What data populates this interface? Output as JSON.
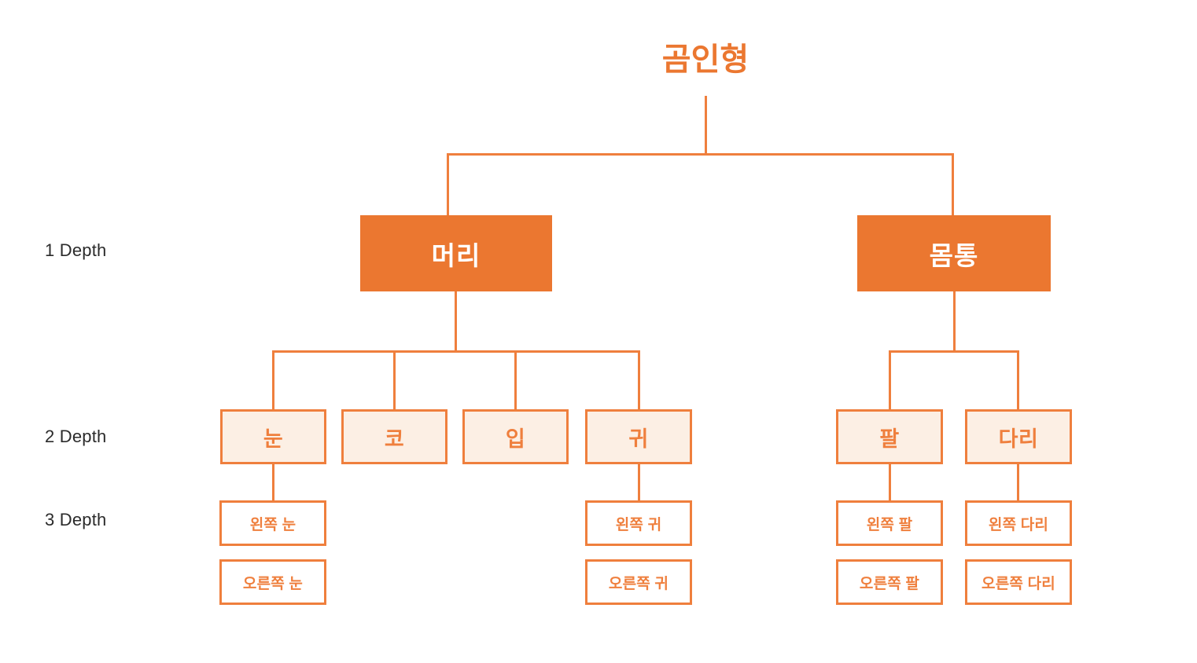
{
  "diagram": {
    "type": "tree",
    "title": "곰인형",
    "accent_color": "#EB7730",
    "line_color": "#EF7F3D",
    "depth2_fill": "#FCEFE4",
    "depth3_fill": "#FFFFFF",
    "background": "#FFFFFF",
    "depth_labels": [
      {
        "text": "1 Depth"
      },
      {
        "text": "2 Depth"
      },
      {
        "text": "3 Depth"
      }
    ],
    "root": {
      "label": "곰인형"
    },
    "depth1": [
      {
        "label": "머리"
      },
      {
        "label": "몸통"
      }
    ],
    "depth2": [
      {
        "label": "눈"
      },
      {
        "label": "코"
      },
      {
        "label": "입"
      },
      {
        "label": "귀"
      },
      {
        "label": "팔"
      },
      {
        "label": "다리"
      }
    ],
    "depth3": [
      {
        "label": "왼쪽 눈"
      },
      {
        "label": "오른쪽 눈"
      },
      {
        "label": "왼쪽 귀"
      },
      {
        "label": "오른쪽 귀"
      },
      {
        "label": "왼쪽 팔"
      },
      {
        "label": "오른쪽 팔"
      },
      {
        "label": "왼쪽 다리"
      },
      {
        "label": "오른쪽 다리"
      }
    ]
  }
}
